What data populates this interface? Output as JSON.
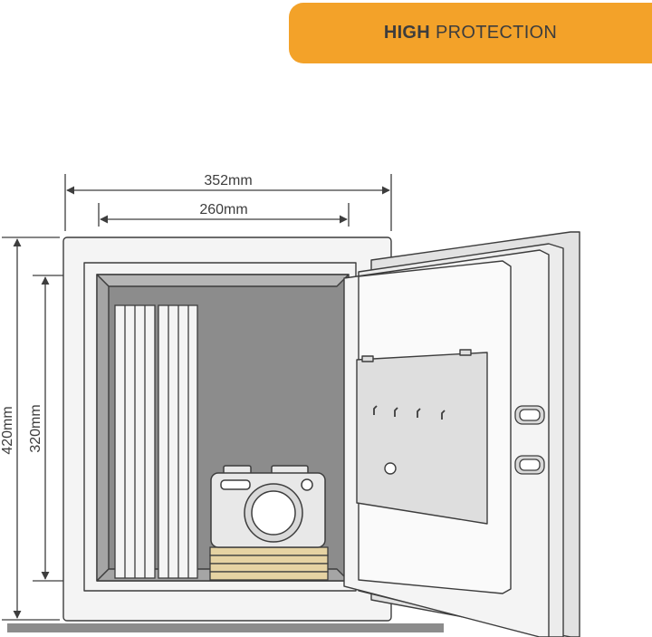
{
  "banner": {
    "bold": "HIGH",
    "light": "PROTECTION",
    "color": "#f3a229"
  },
  "dimensions": {
    "outer_width": "352mm",
    "inner_width": "260mm",
    "outer_height": "420mm",
    "inner_height": "320mm"
  },
  "colors": {
    "line": "#3d3d3d",
    "interior": "#8c8c8c",
    "body": "#f4f4f4",
    "floor": "#8c8c8c",
    "wood": "#e6d3a3"
  },
  "icons": [
    "safe-body-icon",
    "safe-door-icon",
    "document-binders-icon",
    "camera-icon",
    "wood-stack-icon"
  ]
}
